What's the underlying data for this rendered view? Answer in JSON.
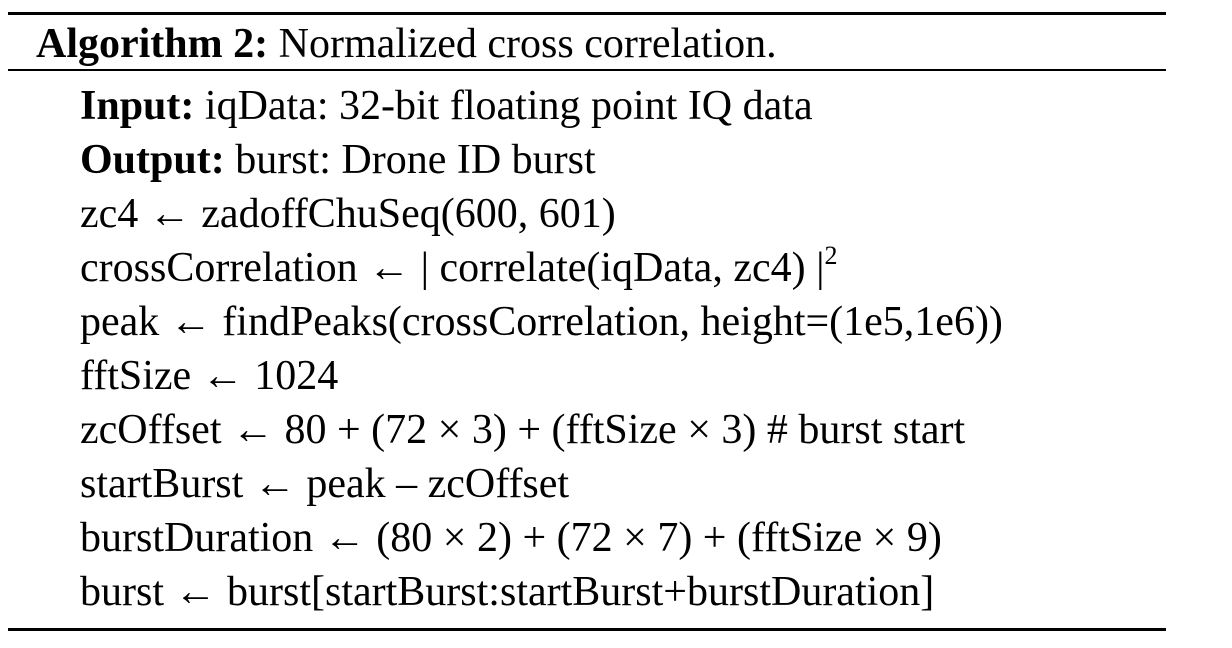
{
  "algorithm": {
    "title_label": "Algorithm 2:",
    "title_text": "Normalized cross correlation.",
    "input_label": "Input:",
    "input_text": "iqData: 32-bit floating point IQ data",
    "output_label": "Output:",
    "output_text": "burst: Drone ID burst",
    "lines": [
      "zc4 ← zadoffChuSeq(600, 601)",
      "crossCorrelation ← | correlate(iqData, zc4) |",
      "peak ← findPeaks(crossCorrelation, height=(1e5,1e6))",
      "fftSize ← 1024",
      "zcOffset ← 80 + (72 × 3) + (fftSize × 3) # burst start",
      "startBurst ← peak – zcOffset",
      "burstDuration ← (80 × 2) + (72 × 7) + (fftSize × 9)",
      "burst ← burst[startBurst:startBurst+burstDuration]"
    ],
    "line2_superscript": "2"
  }
}
